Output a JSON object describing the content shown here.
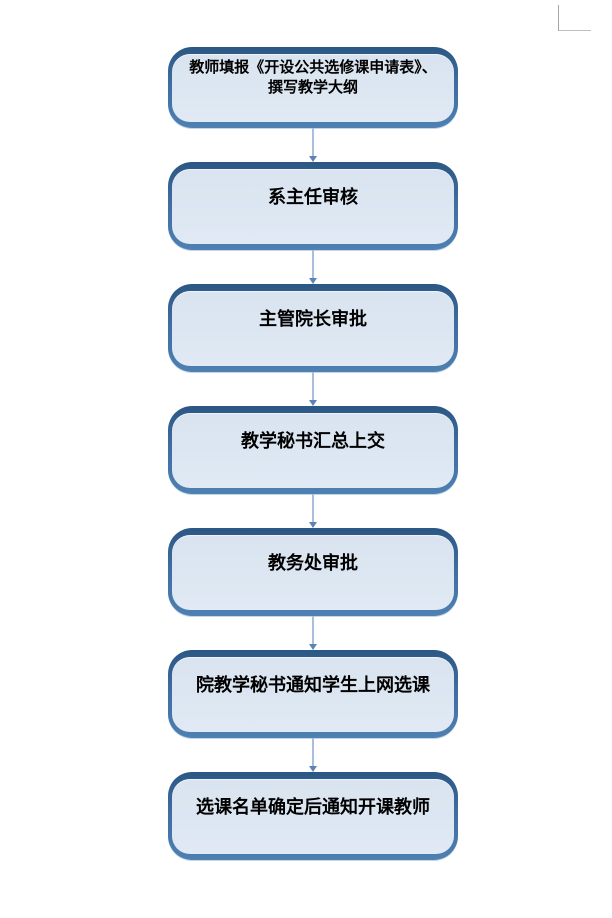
{
  "flowchart": {
    "nodes": [
      {
        "label": "教师填报《开设公共选修课申请表》、\n撰写教学大纲"
      },
      {
        "label": "系主任审核"
      },
      {
        "label": "主管院长审批"
      },
      {
        "label": "教学秘书汇总上交"
      },
      {
        "label": "教务处审批"
      },
      {
        "label": "院教学秘书通知学生上网选课"
      },
      {
        "label": "选课名单确定后通知开课教师"
      }
    ],
    "colors": {
      "node_fill": "#DCE6F1",
      "node_border_top": "#2B5784",
      "node_border_bottom": "#4E80B2",
      "arrow_line": "#A9BFDC",
      "arrow_head": "#5B83B5",
      "text": "#000000",
      "corner_mark": "#A6A6A6"
    }
  }
}
